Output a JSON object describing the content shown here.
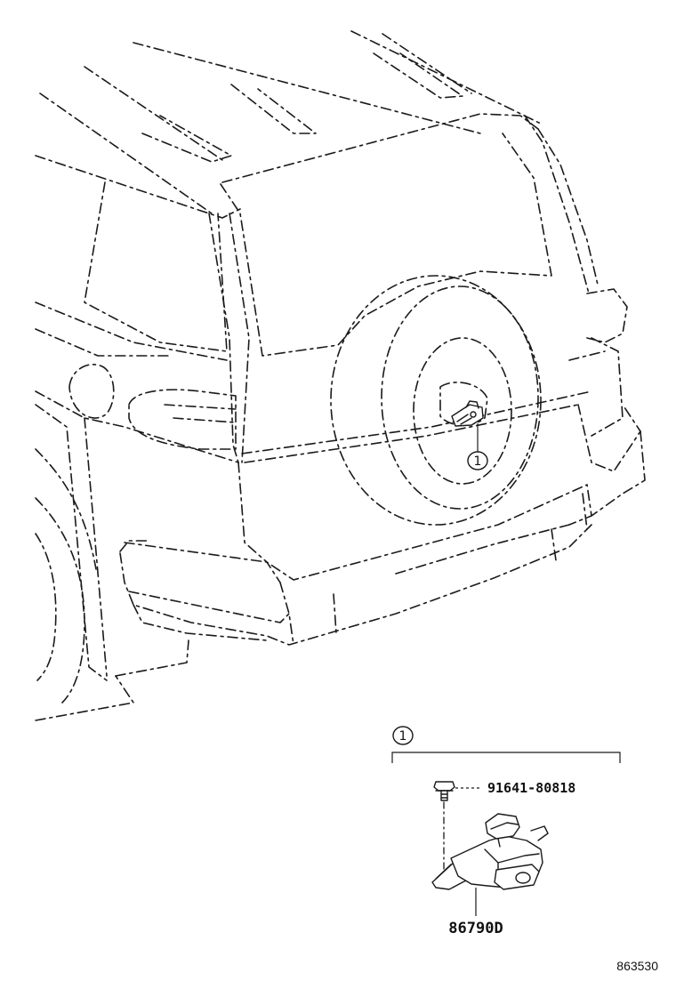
{
  "callout": {
    "marker": "1"
  },
  "parts": {
    "bolt_number": "91641-80818",
    "camera_number": "86790D"
  },
  "diagram_id": "863530",
  "colors": {
    "line": "#1a1a1a",
    "background": "#ffffff"
  }
}
